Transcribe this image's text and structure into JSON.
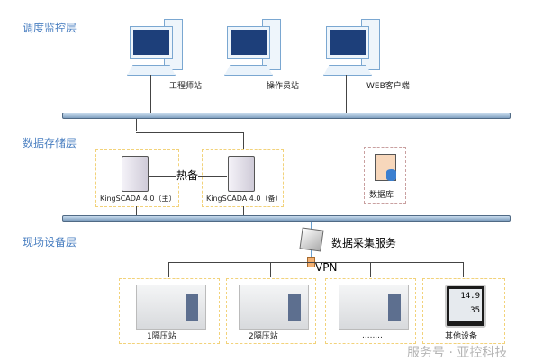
{
  "layers": {
    "monitor": "调度监控层",
    "storage": "数据存储层",
    "field": "现场设备层"
  },
  "stations": [
    {
      "label": "工程师站"
    },
    {
      "label": "操作员站"
    },
    {
      "label": "WEB客户端"
    }
  ],
  "servers": [
    {
      "label": "KingSCADA 4.0（主）"
    },
    {
      "label": "KingSCADA 4.0（备）"
    }
  ],
  "hot_standby": "热备",
  "database": "数据库",
  "collector": "数据采集服务",
  "vpn": "VPN",
  "devices": [
    {
      "label": "1隔压站"
    },
    {
      "label": "2隔压站"
    },
    {
      "label": "........"
    },
    {
      "label": "其他设备"
    }
  ],
  "thermo": {
    "temp": "14.9",
    "hum": "35"
  },
  "watermark": "服务号 · 亚控科技",
  "colors": {
    "layer_text": "#4a7fc1",
    "dashed_box": "#f2d27a",
    "db_box": "#c9a0a0"
  }
}
